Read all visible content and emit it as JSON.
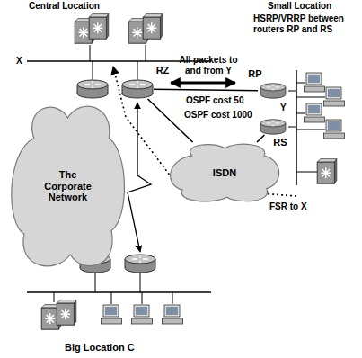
{
  "diagram": {
    "nodes": [
      {
        "text": [
          "The Corporate Network"
        ]
      },
      {
        "text": [
          "ISDN"
        ]
      },
      {
        "text": [
          "RZ"
        ]
      },
      {
        "text": [
          "RP"
        ]
      },
      {
        "text": [
          "RS"
        ]
      }
    ],
    "edges": [
      {
        "from": 2,
        "to": 3,
        "arrow": "none",
        "label": "OSPF cost 50"
      },
      {
        "from": 2,
        "to": 1,
        "arrow": "none",
        "label": "OSPF cost 1000"
      },
      {
        "from": 1,
        "to": 4,
        "arrow": "none"
      }
    ],
    "labels": [
      "Central Location",
      "X",
      "Small Location",
      "HSRP/VRRP between routers RP and RS",
      "All packets to and from Y",
      "Y",
      "FSR to X",
      "Big Location C"
    ]
  }
}
